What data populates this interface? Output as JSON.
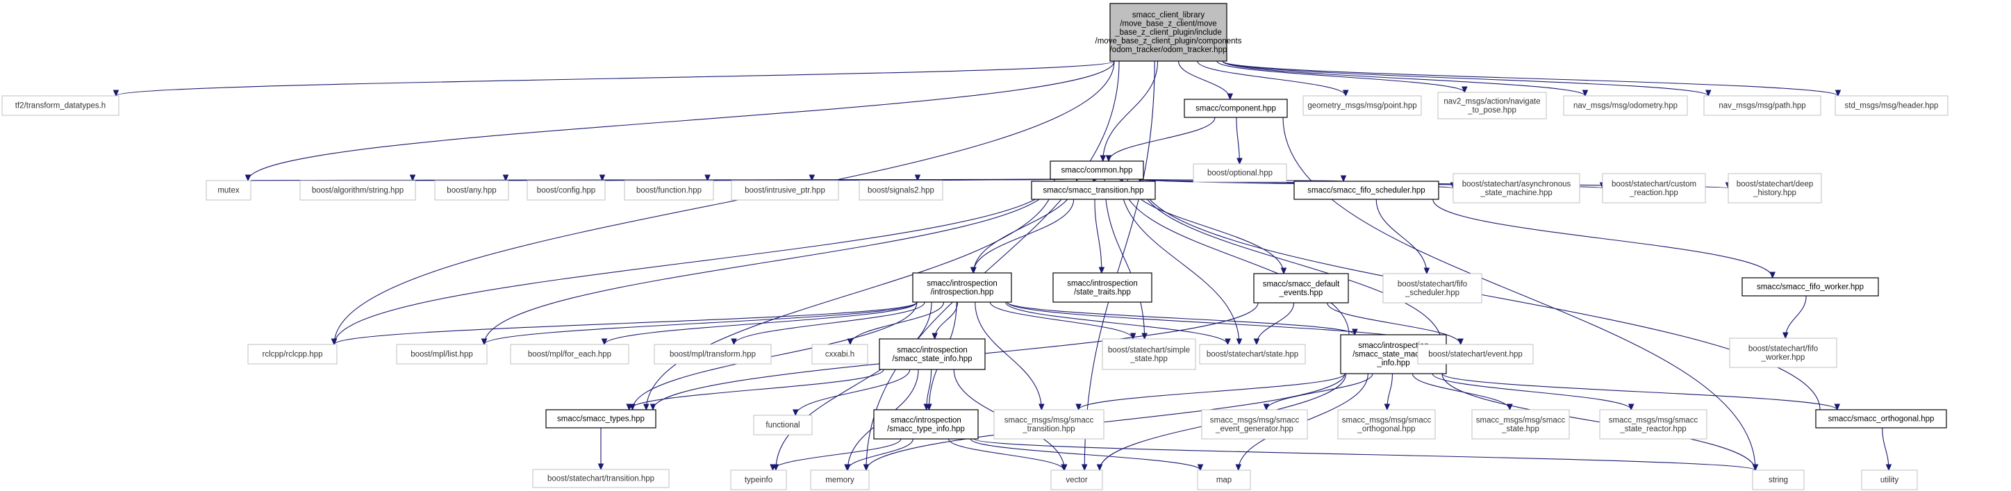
{
  "nodes": [
    {
      "id": "root",
      "type": "root",
      "lines": [
        "smacc_client_library",
        "/move_base_z_client/move",
        "_base_z_client_plugin/include",
        "/move_base_z_client_plugin/components",
        "/odom_tracker/odom_tracker.hpp"
      ]
    },
    {
      "id": "tf2_types",
      "type": "ext",
      "lines": [
        "tf2/transform_datatypes.h"
      ]
    },
    {
      "id": "component",
      "type": "doc",
      "lines": [
        "smacc/component.hpp"
      ]
    },
    {
      "id": "geom_point",
      "type": "ext",
      "lines": [
        "geometry_msgs/msg/point.hpp"
      ]
    },
    {
      "id": "nav2_navigate",
      "type": "ext",
      "lines": [
        "nav2_msgs/action/navigate",
        "_to_pose.hpp"
      ]
    },
    {
      "id": "odometry",
      "type": "ext",
      "lines": [
        "nav_msgs/msg/odometry.hpp"
      ]
    },
    {
      "id": "path",
      "type": "ext",
      "lines": [
        "nav_msgs/msg/path.hpp"
      ]
    },
    {
      "id": "header",
      "type": "ext",
      "lines": [
        "std_msgs/msg/header.hpp"
      ]
    },
    {
      "id": "common",
      "type": "doc",
      "lines": [
        "smacc/common.hpp"
      ]
    },
    {
      "id": "optional",
      "type": "ext",
      "lines": [
        "boost/optional.hpp"
      ]
    },
    {
      "id": "mutex",
      "type": "ext",
      "lines": [
        "mutex"
      ]
    },
    {
      "id": "alg_string",
      "type": "ext",
      "lines": [
        "boost/algorithm/string.hpp"
      ]
    },
    {
      "id": "any",
      "type": "ext",
      "lines": [
        "boost/any.hpp"
      ]
    },
    {
      "id": "config",
      "type": "ext",
      "lines": [
        "boost/config.hpp"
      ]
    },
    {
      "id": "function_hpp",
      "type": "ext",
      "lines": [
        "boost/function.hpp"
      ]
    },
    {
      "id": "intrusive",
      "type": "ext",
      "lines": [
        "boost/intrusive_ptr.hpp"
      ]
    },
    {
      "id": "signals2",
      "type": "ext",
      "lines": [
        "boost/signals2.hpp"
      ]
    },
    {
      "id": "transition",
      "type": "doc",
      "lines": [
        "smacc/smacc_transition.hpp"
      ]
    },
    {
      "id": "fifo_sched",
      "type": "doc",
      "lines": [
        "smacc/smacc_fifo_scheduler.hpp"
      ]
    },
    {
      "id": "async_sm",
      "type": "ext",
      "lines": [
        "boost/statechart/asynchronous",
        "_state_machine.hpp"
      ]
    },
    {
      "id": "custom_reaction",
      "type": "ext",
      "lines": [
        "boost/statechart/custom",
        "_reaction.hpp"
      ]
    },
    {
      "id": "deep_history",
      "type": "ext",
      "lines": [
        "boost/statechart/deep",
        "_history.hpp"
      ]
    },
    {
      "id": "introspection",
      "type": "doc",
      "lines": [
        "smacc/introspection",
        "/introspection.hpp"
      ]
    },
    {
      "id": "state_traits",
      "type": "doc",
      "lines": [
        "smacc/introspection",
        "/state_traits.hpp"
      ]
    },
    {
      "id": "default_events",
      "type": "doc",
      "lines": [
        "smacc/smacc_default",
        "_events.hpp"
      ]
    },
    {
      "id": "fifo_scheduler_sc",
      "type": "ext",
      "lines": [
        "boost/statechart/fifo",
        "_scheduler.hpp"
      ]
    },
    {
      "id": "fifo_worker",
      "type": "doc",
      "lines": [
        "smacc/smacc_fifo_worker.hpp"
      ]
    },
    {
      "id": "rclcpp",
      "type": "ext",
      "lines": [
        "rclcpp/rclcpp.hpp"
      ]
    },
    {
      "id": "mpl_list",
      "type": "ext",
      "lines": [
        "boost/mpl/list.hpp"
      ]
    },
    {
      "id": "mpl_foreach",
      "type": "ext",
      "lines": [
        "boost/mpl/for_each.hpp"
      ]
    },
    {
      "id": "mpl_transform",
      "type": "ext",
      "lines": [
        "boost/mpl/transform.hpp"
      ]
    },
    {
      "id": "cxxabi",
      "type": "ext",
      "lines": [
        "cxxabi.h"
      ]
    },
    {
      "id": "state_info",
      "type": "doc",
      "lines": [
        "smacc/introspection",
        "/smacc_state_info.hpp"
      ]
    },
    {
      "id": "simple_state",
      "type": "ext",
      "lines": [
        "boost/statechart/simple",
        "_state.hpp"
      ]
    },
    {
      "id": "state_hpp",
      "type": "ext",
      "lines": [
        "boost/statechart/state.hpp"
      ]
    },
    {
      "id": "sm_info",
      "type": "doc",
      "lines": [
        "smacc/introspection",
        "/smacc_state_machine",
        "_info.hpp"
      ]
    },
    {
      "id": "event_hpp",
      "type": "ext",
      "lines": [
        "boost/statechart/event.hpp"
      ]
    },
    {
      "id": "fifo_worker_sc",
      "type": "ext",
      "lines": [
        "boost/statechart/fifo",
        "_worker.hpp"
      ]
    },
    {
      "id": "smacc_types",
      "type": "doc",
      "lines": [
        "smacc/smacc_types.hpp"
      ]
    },
    {
      "id": "functional",
      "type": "ext",
      "lines": [
        "functional"
      ]
    },
    {
      "id": "type_info",
      "type": "doc",
      "lines": [
        "smacc/introspection",
        "/smacc_type_info.hpp"
      ]
    },
    {
      "id": "msg_transition",
      "type": "ext",
      "lines": [
        "smacc_msgs/msg/smacc",
        "_transition.hpp"
      ]
    },
    {
      "id": "msg_event_gen",
      "type": "ext",
      "lines": [
        "smacc_msgs/msg/smacc",
        "_event_generator.hpp"
      ]
    },
    {
      "id": "msg_orthogonal",
      "type": "ext",
      "lines": [
        "smacc_msgs/msg/smacc",
        "_orthogonal.hpp"
      ]
    },
    {
      "id": "msg_state",
      "type": "ext",
      "lines": [
        "smacc_msgs/msg/smacc",
        "_state.hpp"
      ]
    },
    {
      "id": "msg_state_reactor",
      "type": "ext",
      "lines": [
        "smacc_msgs/msg/smacc",
        "_state_reactor.hpp"
      ]
    },
    {
      "id": "orthogonal",
      "type": "doc",
      "lines": [
        "smacc/smacc_orthogonal.hpp"
      ]
    },
    {
      "id": "sc_transition",
      "type": "ext",
      "lines": [
        "boost/statechart/transition.hpp"
      ]
    },
    {
      "id": "typeinfo",
      "type": "ext",
      "lines": [
        "typeinfo"
      ]
    },
    {
      "id": "memory",
      "type": "ext",
      "lines": [
        "memory"
      ]
    },
    {
      "id": "vector",
      "type": "ext",
      "lines": [
        "vector"
      ]
    },
    {
      "id": "map",
      "type": "ext",
      "lines": [
        "map"
      ]
    },
    {
      "id": "string",
      "type": "ext",
      "lines": [
        "string"
      ]
    },
    {
      "id": "utility",
      "type": "ext",
      "lines": [
        "utility"
      ]
    }
  ],
  "edges": [
    [
      "root",
      "tf2_types"
    ],
    [
      "root",
      "component"
    ],
    [
      "root",
      "geom_point"
    ],
    [
      "root",
      "nav2_navigate"
    ],
    [
      "root",
      "odometry"
    ],
    [
      "root",
      "path"
    ],
    [
      "root",
      "header"
    ],
    [
      "root",
      "common"
    ],
    [
      "root",
      "mutex"
    ],
    [
      "root",
      "rclcpp"
    ],
    [
      "root",
      "memory"
    ],
    [
      "root",
      "vector"
    ],
    [
      "component",
      "common"
    ],
    [
      "component",
      "optional"
    ],
    [
      "component",
      "string"
    ],
    [
      "common",
      "mutex"
    ],
    [
      "common",
      "alg_string"
    ],
    [
      "common",
      "any"
    ],
    [
      "common",
      "config"
    ],
    [
      "common",
      "function_hpp"
    ],
    [
      "common",
      "intrusive"
    ],
    [
      "common",
      "signals2"
    ],
    [
      "common",
      "transition"
    ],
    [
      "common",
      "fifo_sched"
    ],
    [
      "common",
      "async_sm"
    ],
    [
      "common",
      "custom_reaction"
    ],
    [
      "common",
      "deep_history"
    ],
    [
      "common",
      "introspection"
    ],
    [
      "common",
      "default_events"
    ],
    [
      "common",
      "rclcpp"
    ],
    [
      "common",
      "smacc_types"
    ],
    [
      "common",
      "mpl_list"
    ],
    [
      "common",
      "simple_state"
    ],
    [
      "common",
      "state_hpp"
    ],
    [
      "common",
      "event_hpp"
    ],
    [
      "transition",
      "introspection"
    ],
    [
      "transition",
      "state_traits"
    ],
    [
      "fifo_sched",
      "fifo_scheduler_sc"
    ],
    [
      "fifo_sched",
      "fifo_worker"
    ],
    [
      "fifo_worker",
      "fifo_worker_sc"
    ],
    [
      "introspection",
      "rclcpp"
    ],
    [
      "introspection",
      "mpl_list"
    ],
    [
      "introspection",
      "mpl_foreach"
    ],
    [
      "introspection",
      "mpl_transform"
    ],
    [
      "introspection",
      "cxxabi"
    ],
    [
      "introspection",
      "state_info"
    ],
    [
      "introspection",
      "simple_state"
    ],
    [
      "introspection",
      "state_hpp"
    ],
    [
      "introspection",
      "sm_info"
    ],
    [
      "introspection",
      "event_hpp"
    ],
    [
      "introspection",
      "smacc_types"
    ],
    [
      "introspection",
      "type_info"
    ],
    [
      "introspection",
      "msg_transition"
    ],
    [
      "introspection",
      "typeinfo"
    ],
    [
      "default_events",
      "state_hpp"
    ],
    [
      "default_events",
      "event_hpp"
    ],
    [
      "default_events",
      "smacc_types"
    ],
    [
      "state_info",
      "smacc_types"
    ],
    [
      "state_info",
      "functional"
    ],
    [
      "state_info",
      "type_info"
    ],
    [
      "state_info",
      "memory"
    ],
    [
      "state_info",
      "vector"
    ],
    [
      "smacc_types",
      "sc_transition"
    ],
    [
      "type_info",
      "typeinfo"
    ],
    [
      "type_info",
      "memory"
    ],
    [
      "type_info",
      "vector"
    ],
    [
      "type_info",
      "map"
    ],
    [
      "type_info",
      "string"
    ],
    [
      "sm_info",
      "common"
    ],
    [
      "sm_info",
      "msg_transition"
    ],
    [
      "sm_info",
      "msg_event_gen"
    ],
    [
      "sm_info",
      "msg_orthogonal"
    ],
    [
      "sm_info",
      "msg_state"
    ],
    [
      "sm_info",
      "msg_state_reactor"
    ],
    [
      "sm_info",
      "orthogonal"
    ],
    [
      "sm_info",
      "memory"
    ],
    [
      "sm_info",
      "vector"
    ],
    [
      "sm_info",
      "map"
    ],
    [
      "sm_info",
      "string"
    ],
    [
      "orthogonal",
      "common"
    ],
    [
      "orthogonal",
      "utility"
    ]
  ]
}
